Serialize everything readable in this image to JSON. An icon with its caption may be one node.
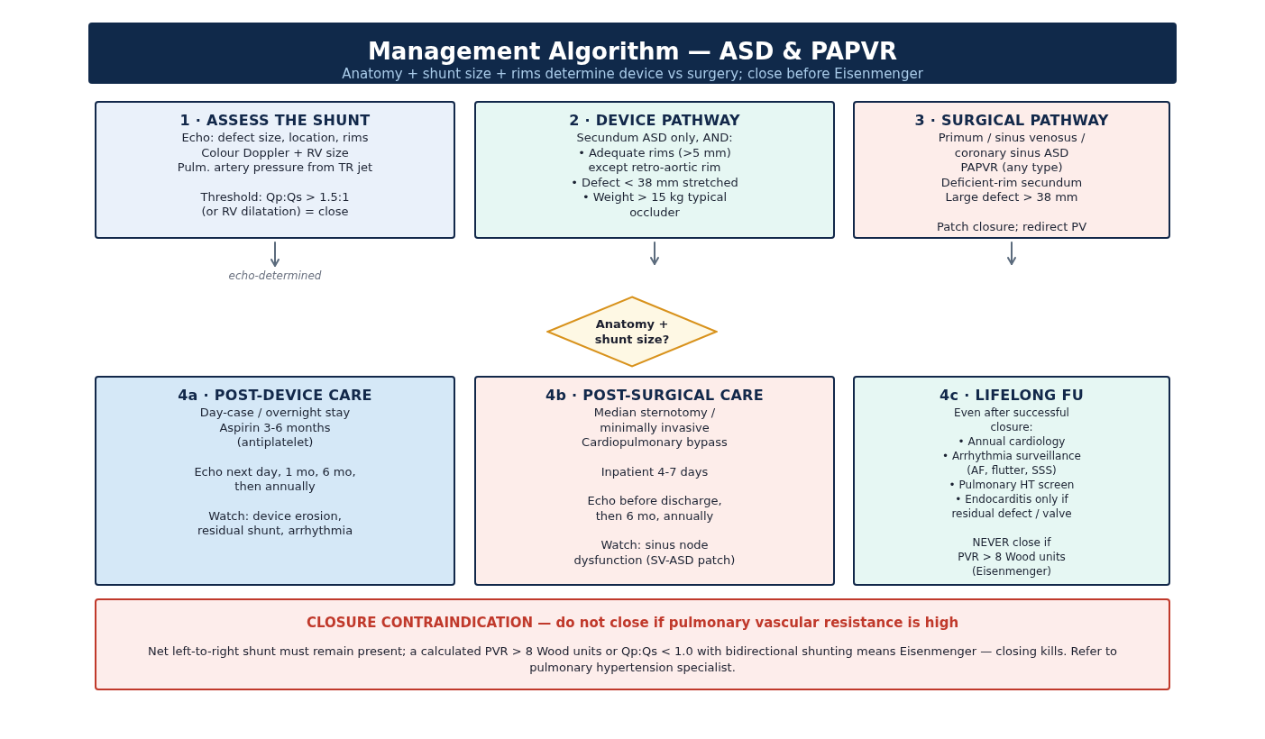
{
  "diagram": {
    "title": "Management Algorithm — ASD & PAPVR",
    "nodes": [
      {
        "text": [
          "1 · ASSESS THE SHUNT",
          "Echo: defect size, location, rims",
          "Colour Doppler + RV size",
          "Pulm. artery pressure from TR jet",
          "Threshold: Qp:Qs > 1.5:1",
          "(or RV dilatation) = close"
        ]
      },
      {
        "text": [
          "2 · DEVICE PATHWAY",
          "Secundum ASD only, AND:",
          "• Adequate rims (>5 mm) except retro-aortic rim",
          "• Defect < 38 mm stretched",
          "• Weight > 15 kg typical",
          "occluder"
        ]
      },
      {
        "text": [
          "3 · SURGICAL PATHWAY",
          "Primum / sinus venosus /",
          "coronary sinus ASD",
          "PAPVR (any type)",
          "Deficient-rim secundum",
          "Large defect > 38 mm",
          "Patch closure; redirect PV"
        ]
      },
      {
        "text": [
          "echo-determined"
        ]
      },
      {
        "text": [
          "Anatomy + shunt size?"
        ]
      },
      {
        "text": [
          "4a · POST-DEVICE CARE",
          "Day-case / overnight stay",
          "Aspirin 3-6 months",
          "(antiplatelet)",
          "Echo next day, 1 mo, 6 mo,",
          "then annually",
          "Watch: device erosion,",
          "residual shunt, arrhythmia"
        ]
      },
      {
        "text": [
          "4b · POST-SURGICAL CARE",
          "Median sternotomy /",
          "minimally invasive",
          "Cardiopulmonary bypass",
          "Inpatient 4-7 days",
          "Echo before discharge,",
          "then 6 mo, annually",
          "Watch: sinus node",
          "dysfunction (SV-ASD patch)"
        ]
      },
      {
        "text": [
          "4c · LIFELONG FU",
          "Even after successful",
          "closure:",
          "• Annual cardiology",
          "• Arrhythmia surveillance (AF, flutter, SSS)",
          "• Pulmonary HT screen",
          "• Endocarditis only if residual defect / valve",
          "NEVER close if",
          "PVR > 8 Wood units",
          "(Eisenmenger)"
        ]
      },
      {
        "text": [
          "CLOSURE CONTRAINDICATION — do not close if pulmonary vascular resistance is high",
          "Net left-to-right shunt must remain present; a calculated PVR > 8 Wood units or Qp:Qs < 1.0 with bidirectional shunting means Eisenmenger — closing kills. Refer to pulmonary hypertension specialist."
        ]
      }
    ],
    "edges": [
      {
        "from": 0,
        "to": 3,
        "arrow": "to"
      },
      {
        "from": 1,
        "to": null,
        "arrow": "to"
      },
      {
        "from": 2,
        "to": null,
        "arrow": "to"
      }
    ],
    "labels": [
      "Anatomy + shunt size + rims determine device vs surgery; close before Eisenmenger"
    ]
  }
}
